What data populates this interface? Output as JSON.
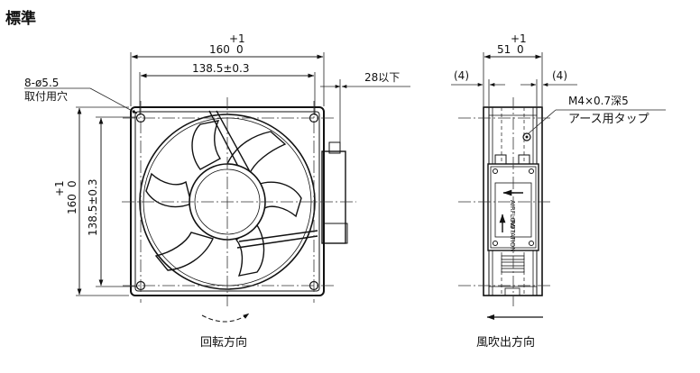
{
  "heading": "標準",
  "front_view": {
    "width_dim": {
      "plus": "+1",
      "value": "160",
      "minus": "0"
    },
    "hole_pitch_h": "138.5±0.3",
    "depth_dim": "28以下",
    "holes_line1": "8-ø5.5",
    "holes_line2": "取付用穴",
    "height_dim": {
      "plus": "+1",
      "value": "160",
      "minus": "0"
    },
    "hole_pitch_v": "138.5±0.3",
    "caption": "回転方向"
  },
  "side_view": {
    "thickness_dim": {
      "plus": "+1",
      "value": "51",
      "minus": "0"
    },
    "flange_left": "(4)",
    "flange_right": "(4)",
    "screw_line1": "M4×0.7深5",
    "screw_line2": "アース用タップ",
    "label_airflow": "AIRFLOW",
    "label_rotation": "ROTATION",
    "caption": "風吹出方向"
  }
}
